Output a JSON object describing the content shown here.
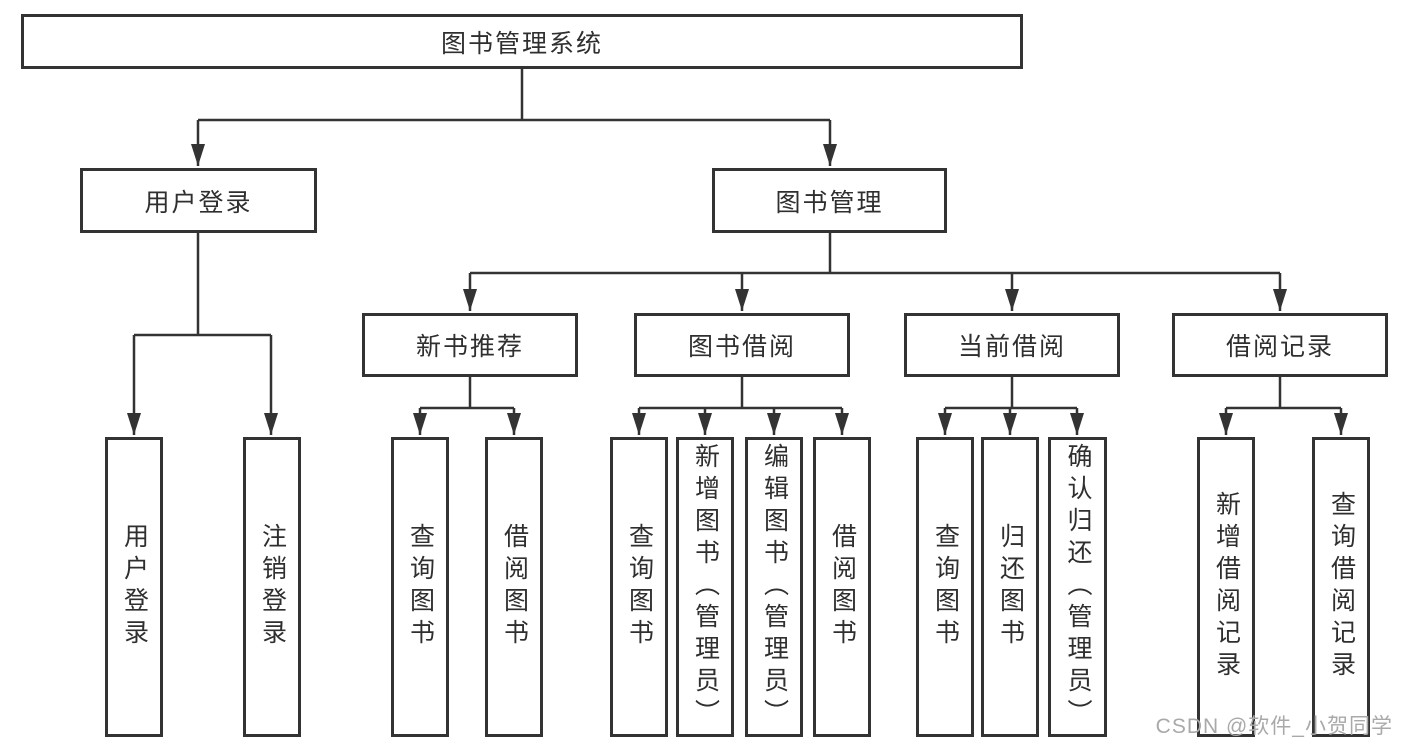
{
  "diagram": {
    "tree": {
      "label": "图书管理系统",
      "children": [
        {
          "label": "用户登录",
          "children": [
            {
              "label": "用户登录"
            },
            {
              "label": "注销登录"
            }
          ]
        },
        {
          "label": "图书管理",
          "children": [
            {
              "label": "新书推荐",
              "children": [
                {
                  "label": "查询图书"
                },
                {
                  "label": "借阅图书"
                }
              ]
            },
            {
              "label": "图书借阅",
              "children": [
                {
                  "label": "查询图书"
                },
                {
                  "label": "新增图书（管理员）"
                },
                {
                  "label": "编辑图书（管理员）"
                },
                {
                  "label": "借阅图书"
                }
              ]
            },
            {
              "label": "当前借阅",
              "children": [
                {
                  "label": "查询图书"
                },
                {
                  "label": "归还图书"
                },
                {
                  "label": "确认归还（管理员）"
                }
              ]
            },
            {
              "label": "借阅记录",
              "children": [
                {
                  "label": "新增借阅记录"
                },
                {
                  "label": "查询借阅记录"
                }
              ]
            }
          ]
        }
      ]
    }
  },
  "watermark": {
    "text": "CSDN @软件_小贺同学",
    "color": "#a9a9a9"
  },
  "colors": {
    "line": "#333333",
    "box_border": "#333333",
    "text": "#2f2f2f",
    "background": "#ffffff"
  }
}
